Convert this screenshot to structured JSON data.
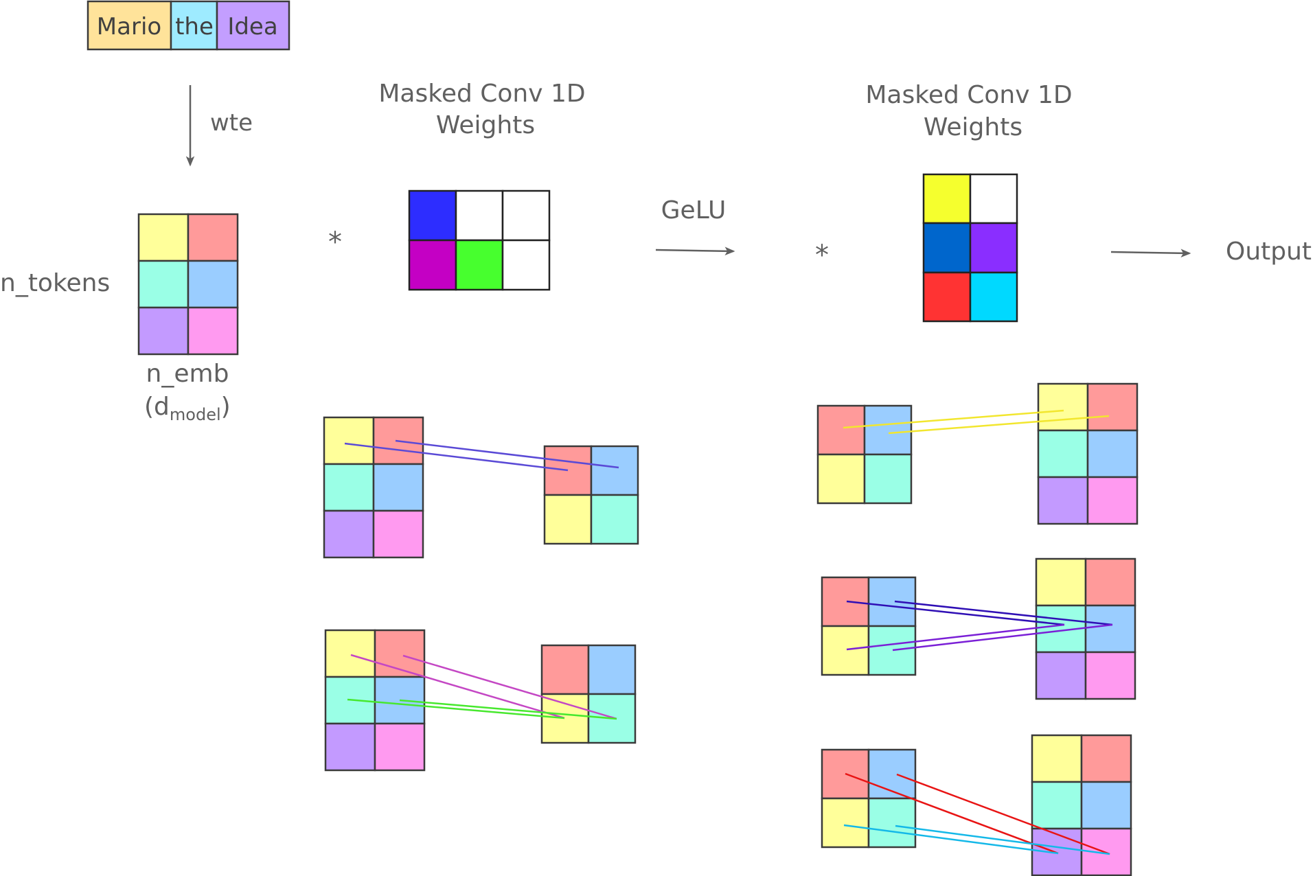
{
  "tokens": [
    {
      "text": "Mario",
      "color": "#FFE39A"
    },
    {
      "text": "the",
      "color": "#9EEBFF"
    },
    {
      "text": "Idea",
      "color": "#C39EFF"
    }
  ],
  "labels": {
    "wte": "wte",
    "n_tokens": "n_tokens",
    "n_emb": "n_emb",
    "d_model_d": "d",
    "d_model_sub": "model",
    "paren_open": "(",
    "paren_close": ")",
    "conv1_title_line1": "Masked Conv 1D",
    "conv1_title_line2": "Weights",
    "conv2_title_line1": "Masked Conv 1D",
    "conv2_title_line2": "Weights",
    "gelu": "GeLU",
    "output": "Output",
    "star1": "*",
    "star2": "*"
  },
  "colors": {
    "emb_yellow": "#FFFF9A",
    "emb_red": "#FF9A9A",
    "emb_teal": "#9AFFE6",
    "emb_blue": "#9ACDFF",
    "emb_purple": "#C39AFF",
    "emb_pink": "#FF9AF0",
    "conv1": [
      "#2D2DFF",
      "#FFFFFF",
      "#FFFFFF",
      "#C400C4",
      "#47FF2E",
      "#FFFFFF"
    ],
    "conv2": [
      "#F5FF2E",
      "#FFFFFF",
      "#0066CC",
      "#8A2EFF",
      "#FF3333",
      "#00D9FF"
    ],
    "line_blue_violet": "#5A4AD6",
    "line_magenta": "#C447C4",
    "line_green": "#47E82E",
    "line_yellow": "#F2E62E",
    "line_indigo": "#2F0FB5",
    "line_violet": "#7A1FD6",
    "line_red": "#E81414",
    "line_cyan": "#14B8E8"
  },
  "icons": [
    "arrow-down-icon",
    "arrow-right-icon"
  ]
}
